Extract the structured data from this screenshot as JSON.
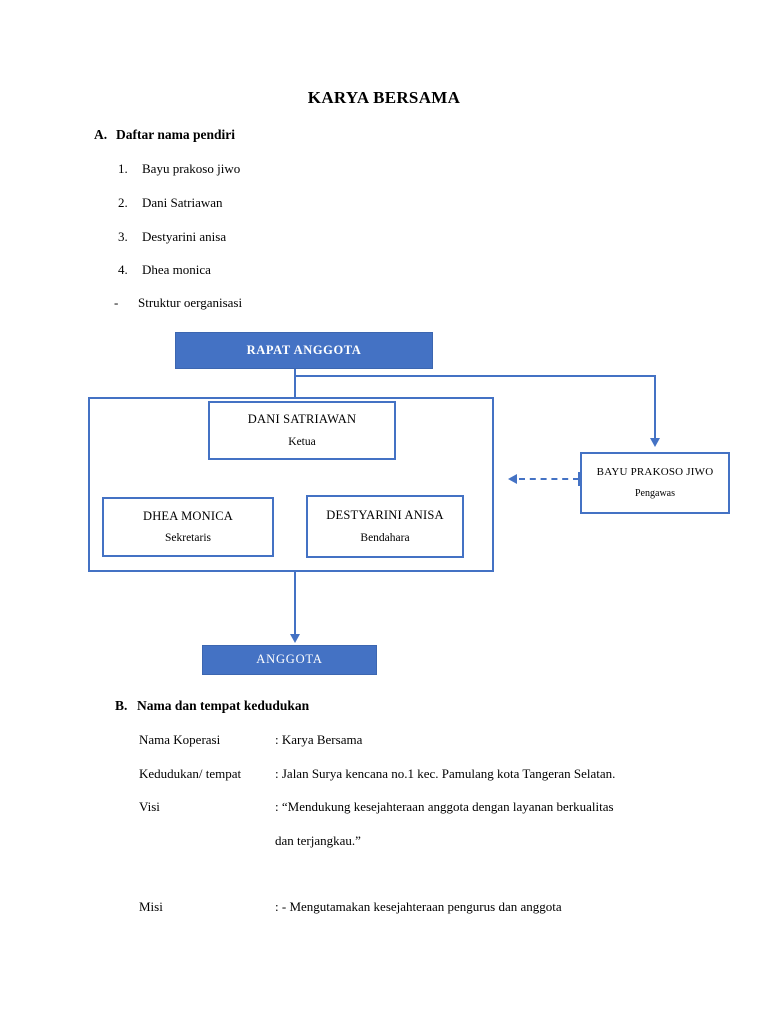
{
  "document": {
    "title": "KARYA BERSAMA"
  },
  "section_a": {
    "marker": "A.",
    "heading": "Daftar nama pendiri",
    "items": [
      {
        "num": "1.",
        "text": "Bayu prakoso jiwo"
      },
      {
        "num": "2.",
        "text": "Dani Satriawan"
      },
      {
        "num": "3.",
        "text": "Destyarini anisa"
      },
      {
        "num": "4.",
        "text": "Dhea monica"
      },
      {
        "num": "-",
        "text": "Struktur oerganisasi"
      }
    ]
  },
  "org_chart": {
    "top_node": {
      "name": "RAPAT ANGGOTA"
    },
    "chair_node": {
      "name": "DANI SATRIAWAN",
      "role": "Ketua"
    },
    "secretary_node": {
      "name": "DHEA MONICA",
      "role": "Sekretaris"
    },
    "treasurer_node": {
      "name": "DESTYARINI ANISA",
      "role": "Bendahara"
    },
    "supervisor_node": {
      "name": "BAYU PRAKOSO JIWO",
      "role": "Pengawas"
    },
    "bottom_node": {
      "name": "ANGGOTA"
    },
    "colors": {
      "fill": "#4472C4",
      "border": "#4472C4",
      "text_on_fill": "#FFFFFF"
    }
  },
  "section_b": {
    "marker": "B.",
    "heading": "Nama dan tempat kedudukan",
    "rows": [
      {
        "label": "Nama Koperasi",
        "value": ": Karya Bersama"
      },
      {
        "label": "Kedudukan/ tempat",
        "value": ": Jalan Surya kencana no.1 kec. Pamulang kota Tangeran Selatan."
      },
      {
        "label": "Visi",
        "value": ": “Mendukung kesejahteraan anggota dengan layanan berkualitas"
      }
    ],
    "visi_continued": "dan terjangkau.”",
    "misi_row": {
      "label": "Misi",
      "value": ": - Mengutamakan kesejahteraan pengurus dan anggota"
    }
  }
}
